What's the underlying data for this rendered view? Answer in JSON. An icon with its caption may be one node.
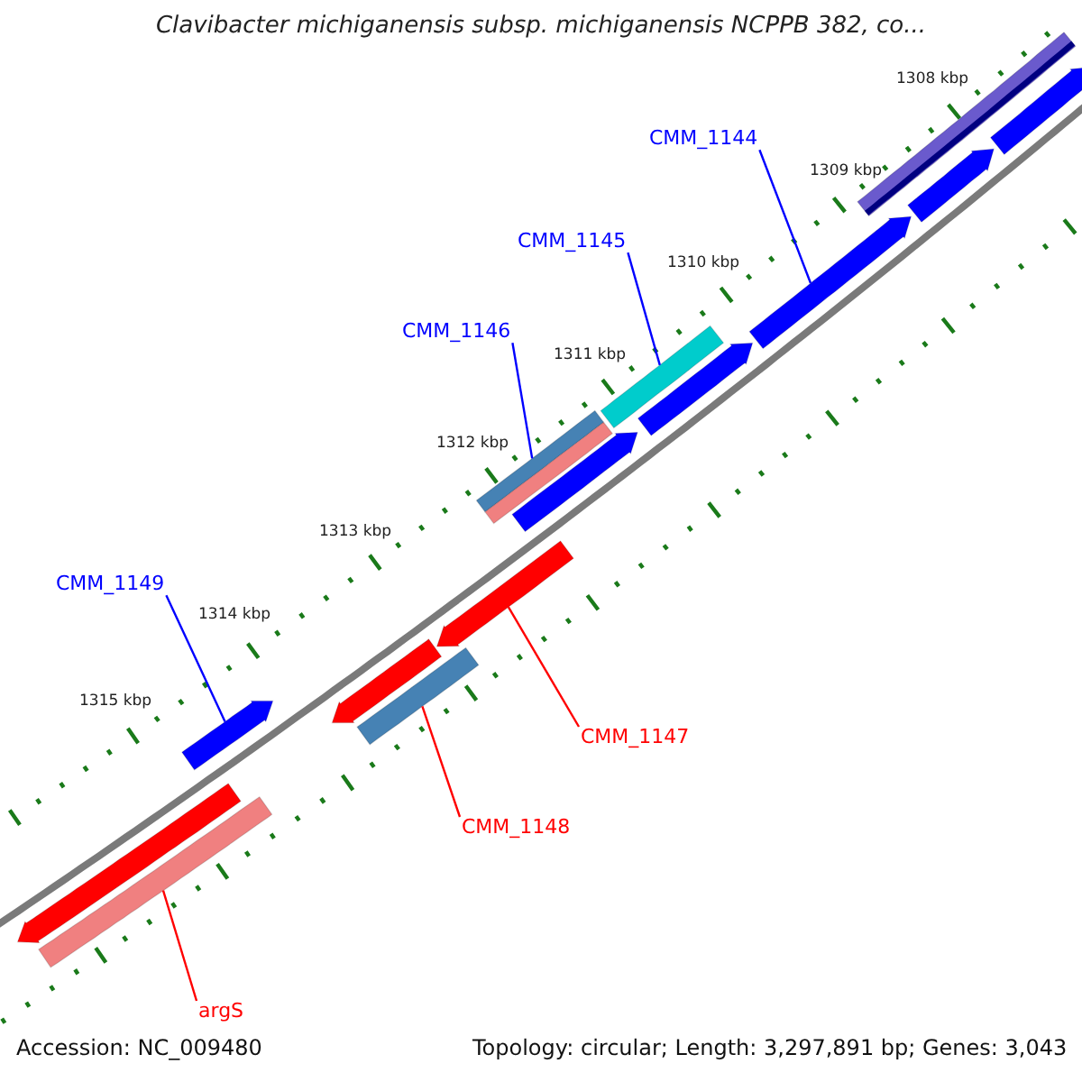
{
  "diagram": {
    "title": "Clavibacter michiganensis subsp. michiganensis NCPPB 382, co...",
    "nodes": [
      {
        "text": [
          "CMM_1144"
        ]
      },
      {
        "text": [],
        "shape": "arrow"
      },
      {
        "text": [
          "CMM_1145"
        ]
      },
      {
        "text": [],
        "shape": "bar"
      },
      {
        "text": [
          "CMM_1146"
        ]
      },
      {
        "text": [],
        "shape": "bar"
      },
      {
        "text": [
          "CMM_1149"
        ]
      },
      {
        "text": [],
        "shape": "arrow"
      },
      {
        "text": [
          "CMM_1147"
        ]
      },
      {
        "text": [],
        "shape": "arrow"
      },
      {
        "text": [
          "CMM_1148"
        ]
      },
      {
        "text": [],
        "shape": "bar"
      },
      {
        "text": [
          "argS"
        ]
      },
      {
        "text": [],
        "shape": "bar"
      },
      {
        "text": [],
        "shape": "bar"
      },
      {
        "text": [],
        "shape": "arrow"
      },
      {
        "text": [],
        "shape": "arrow"
      },
      {
        "text": [],
        "shape": "arrow"
      },
      {
        "text": [],
        "shape": "arrow"
      },
      {
        "text": [],
        "shape": "bar"
      },
      {
        "text": [],
        "shape": "arrow"
      },
      {
        "text": [],
        "shape": "arrow"
      }
    ],
    "edges": [
      {
        "from": 0,
        "to": 1,
        "arrow": "none"
      },
      {
        "from": 2,
        "to": 3,
        "arrow": "none"
      },
      {
        "from": 4,
        "to": 5,
        "arrow": "none"
      },
      {
        "from": 6,
        "to": 7,
        "arrow": "none"
      },
      {
        "from": 8,
        "to": 9,
        "arrow": "none",
        "color": "#ff0000"
      },
      {
        "from": 10,
        "to": 11,
        "arrow": "none",
        "color": "#ff0000"
      },
      {
        "from": 12,
        "to": 13,
        "arrow": "none",
        "color": "#ff0000"
      }
    ],
    "labels": [
      "1308 kbp",
      "1309 kbp",
      "1310 kbp",
      "1311 kbp",
      "1312 kbp",
      "1313 kbp",
      "1314 kbp",
      "1315 kbp",
      "Accession: NC_009480",
      "Topology: circular; Length: 3,297,891 bp; Genes: 3,043"
    ]
  }
}
